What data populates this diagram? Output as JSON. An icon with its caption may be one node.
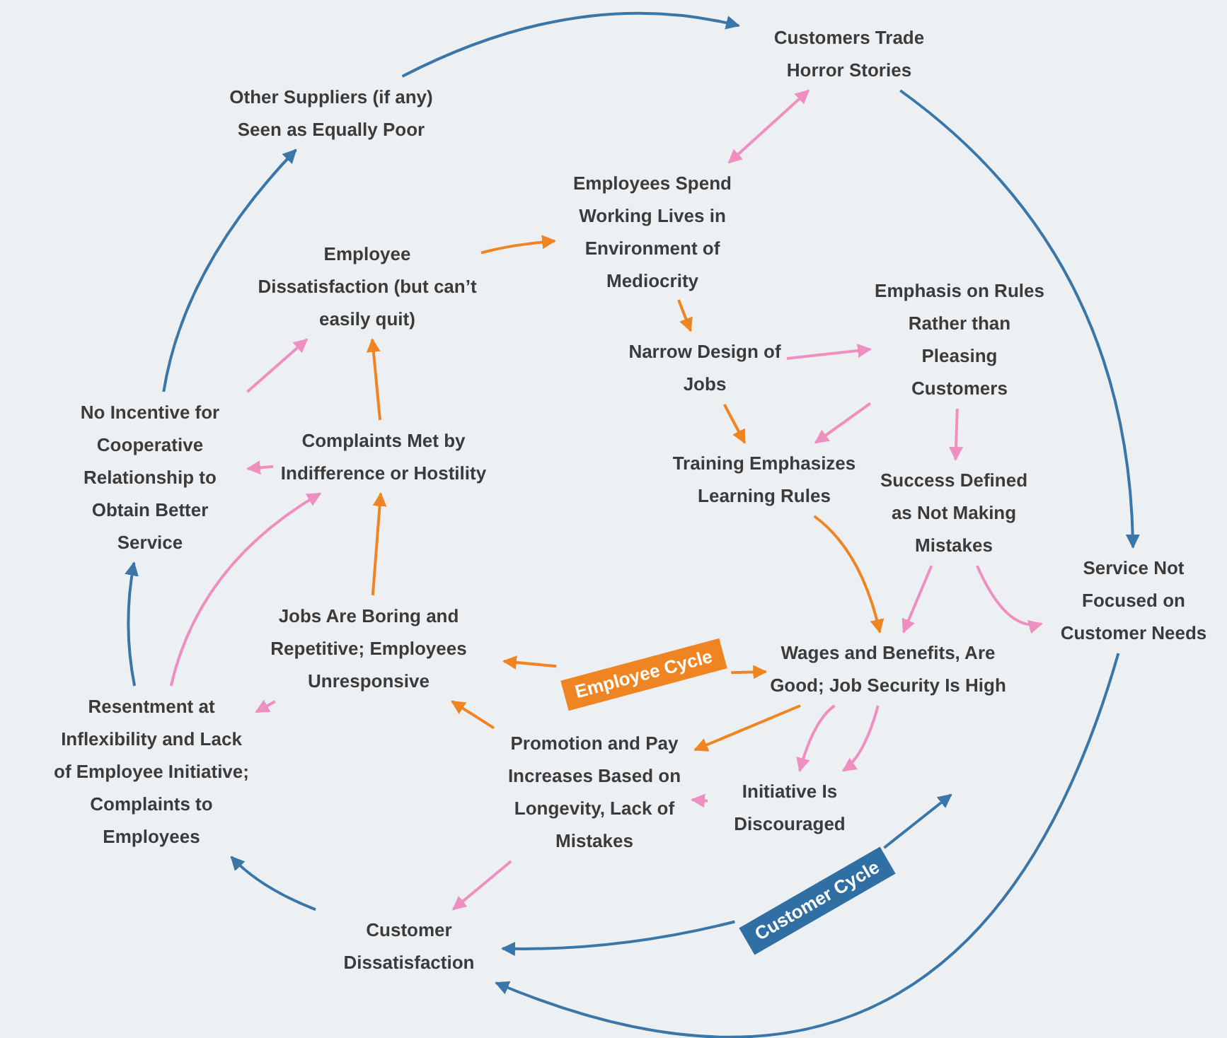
{
  "diagram": {
    "nodes": [
      {
        "text": [
          "Customers Trade Horror Stories"
        ]
      },
      {
        "text": [
          "Other Suppliers (if any) Seen as Equally Poor"
        ]
      },
      {
        "text": [
          "Employees Spend Working Lives in Environment of Mediocrity"
        ]
      },
      {
        "text": [
          "Employee Dissatisfaction (but can’t easily quit)"
        ]
      },
      {
        "text": [
          "Narrow Design of Jobs"
        ]
      },
      {
        "text": [
          "Emphasis on Rules Rather than Pleasing Customers"
        ]
      },
      {
        "text": [
          "No Incentive for Cooperative Relationship to Obtain Better Service"
        ]
      },
      {
        "text": [
          "Complaints Met by Indifference or Hostility"
        ]
      },
      {
        "text": [
          "Training Emphasizes Learning Rules"
        ]
      },
      {
        "text": [
          "Success Defined as Not Making Mistakes"
        ]
      },
      {
        "text": [
          "Service Not Focused on Customer Needs"
        ]
      },
      {
        "text": [
          "Jobs Are Boring and Repetitive; Employees Unresponsive"
        ]
      },
      {
        "text": [
          "Wages and Benefits, Are Good; Job Security Is High"
        ]
      },
      {
        "text": [
          "Resentment at Inflexibility and Lack of Employee Initiative; Complaints to Employees"
        ]
      },
      {
        "text": [
          "Promotion and Pay Increases Based on Longevity, Lack of Mistakes"
        ]
      },
      {
        "text": [
          "Initiative Is Discouraged"
        ]
      },
      {
        "text": [
          "Customer Dissatisfaction"
        ]
      },
      {
        "text": [
          "Employee Cycle"
        ]
      },
      {
        "text": [
          "Customer Cycle"
        ]
      }
    ],
    "edges": [
      {
        "from": 1,
        "to": 0,
        "arrow": "to",
        "color": "#3a76a8"
      },
      {
        "from": 0,
        "to": 10,
        "arrow": "to",
        "color": "#3a76a8"
      },
      {
        "from": 10,
        "to": 16,
        "arrow": "to",
        "color": "#3a76a8"
      },
      {
        "from": 16,
        "to": 13,
        "arrow": "to",
        "color": "#3a76a8"
      },
      {
        "from": 13,
        "to": 6,
        "arrow": "to",
        "color": "#3a76a8"
      },
      {
        "from": 6,
        "to": 1,
        "arrow": "to",
        "color": "#3a76a8"
      },
      {
        "from": 2,
        "to": 0,
        "arrow": "both"
      },
      {
        "from": 4,
        "to": 5,
        "arrow": "to"
      },
      {
        "from": 5,
        "to": 8,
        "arrow": "to"
      },
      {
        "from": 5,
        "to": 9,
        "arrow": "to"
      },
      {
        "from": 9,
        "to": 12,
        "arrow": "to"
      },
      {
        "from": 9,
        "to": 10,
        "arrow": "to"
      },
      {
        "from": 12,
        "to": 15,
        "arrow": "to"
      },
      {
        "from": 12,
        "to": 15,
        "arrow": "to"
      },
      {
        "from": 15,
        "to": 14,
        "arrow": "to"
      },
      {
        "from": 14,
        "to": 16,
        "arrow": "to"
      },
      {
        "from": 11,
        "to": 13,
        "arrow": "to"
      },
      {
        "from": 13,
        "to": 7,
        "arrow": "to"
      },
      {
        "from": 7,
        "to": 6,
        "arrow": "to"
      },
      {
        "from": 6,
        "to": 3,
        "arrow": "to"
      },
      {
        "from": 3,
        "to": 2,
        "arrow": "to",
        "color": "#ef8522"
      },
      {
        "from": 7,
        "to": 3,
        "arrow": "to",
        "color": "#ef8522"
      },
      {
        "from": 11,
        "to": 7,
        "arrow": "to",
        "color": "#ef8522"
      },
      {
        "from": 2,
        "to": 4,
        "arrow": "to",
        "color": "#ef8522"
      },
      {
        "from": 4,
        "to": 8,
        "arrow": "to",
        "color": "#ef8522"
      },
      {
        "from": 8,
        "to": 12,
        "arrow": "to",
        "color": "#ef8522"
      },
      {
        "from": 12,
        "to": 14,
        "arrow": "to",
        "color": "#ef8522"
      },
      {
        "from": 14,
        "to": 11,
        "arrow": "to",
        "color": "#ef8522"
      },
      {
        "from": 17,
        "to": 11,
        "arrow": "to",
        "color": "#ef8522"
      },
      {
        "from": 17,
        "to": 12,
        "arrow": "to",
        "color": "#ef8522"
      },
      {
        "from": 18,
        "to": 16,
        "arrow": "to",
        "color": "#3a76a8"
      },
      {
        "from": 18,
        "to": null,
        "arrow": "to",
        "color": "#3a76a8"
      }
    ]
  }
}
